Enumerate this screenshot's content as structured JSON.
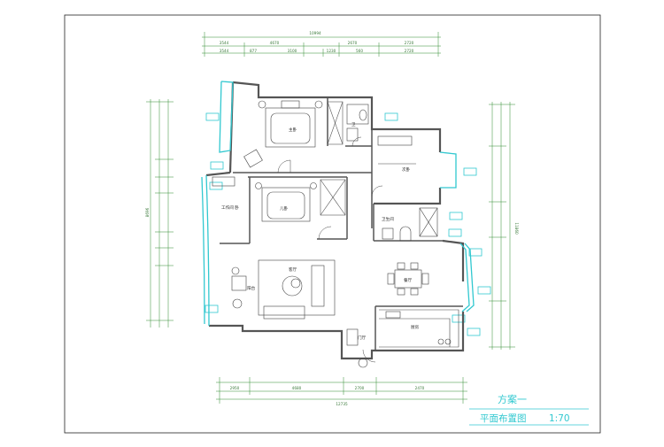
{
  "plan": {
    "title": "方案一",
    "subtitle": "平面布置图",
    "scale": "1:70",
    "dims_top_total": "10994",
    "dims_top_row1": [
      "3544",
      "4670",
      "2670",
      "2720"
    ],
    "dims_top_row2": [
      "3544",
      "877",
      "3100",
      "1230",
      "560",
      "2720"
    ],
    "dims_bottom_row1": [
      "2950",
      "4680",
      "2700",
      "2470"
    ],
    "dims_bottom_total": "12735",
    "dims_left_total": "8696",
    "dims_right_total": "11860",
    "rooms": {
      "bedroom_master": "主卧",
      "bath_master": "卫",
      "bedroom_second": "次卧",
      "study": "工作间 卧",
      "bedroom_kid": "儿卧",
      "living": "客厅",
      "balcony": "阳台",
      "bathroom": "卫生间",
      "dining": "餐厅",
      "kitchen": "厨房",
      "foyer": "门厅"
    }
  },
  "colors": {
    "wall": "#555555",
    "line": "#1f1f1f",
    "dim": "#2e8b2e",
    "accent": "#31c8d0",
    "frame": "#222222"
  }
}
